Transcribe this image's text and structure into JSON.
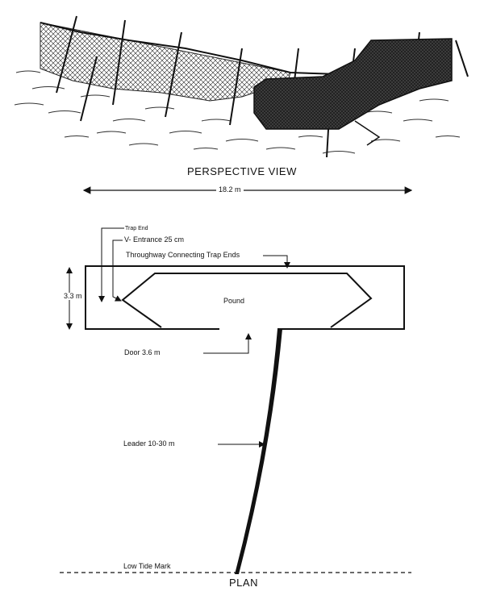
{
  "perspective": {
    "title": "PERSPECTIVE VIEW",
    "length_label": "18.2 m"
  },
  "plan": {
    "title": "PLAN",
    "height_label": "3.3 m",
    "pound_label": "Pound",
    "trap_end_label": "Trap End",
    "v_entrance_label": "V- Entrance 25 cm",
    "throughway_label": "Throughway Connecting Trap Ends",
    "door_label": "Door 3.6 m",
    "leader_label": "Leader 10-30 m",
    "low_tide_label": "Low Tide Mark"
  }
}
